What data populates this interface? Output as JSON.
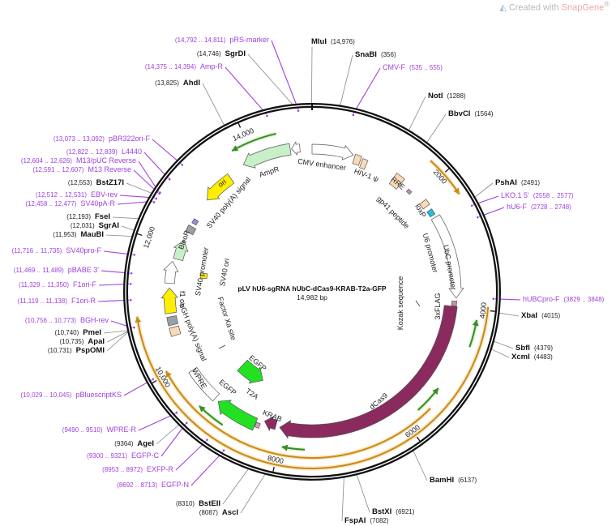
{
  "credit": {
    "prefix": "Created with ",
    "brand": "SnapGene",
    "mark": "®",
    "icon": "snapgene-logo-icon"
  },
  "plasmid": {
    "name": "pLV hU6-sgRNA hUbC-dCas9-KRAB-T2a-GFP",
    "length_label": "14,982 bp",
    "length": 14982
  },
  "ticks": [
    {
      "bp": 2000,
      "label": "2000"
    },
    {
      "bp": 4000,
      "label": "4000"
    },
    {
      "bp": 6000,
      "label": "6000"
    },
    {
      "bp": 8000,
      "label": "8000"
    },
    {
      "bp": 10000,
      "label": "10,000"
    },
    {
      "bp": 12000,
      "label": "12,000"
    },
    {
      "bp": 14000,
      "label": "14,000"
    }
  ],
  "sites": [
    {
      "name": "MluI",
      "pos": "(14,976)",
      "bp": 14976,
      "type": "enzyme"
    },
    {
      "name": "SnaBI",
      "pos": "(356)",
      "bp": 356,
      "type": "enzyme"
    },
    {
      "name": "CMV-F",
      "pos": "(535 .. 555)",
      "bp": 545,
      "type": "primer"
    },
    {
      "name": "NotI",
      "pos": "(1288)",
      "bp": 1288,
      "type": "enzyme"
    },
    {
      "name": "BbvCI",
      "pos": "(1564)",
      "bp": 1564,
      "type": "enzyme"
    },
    {
      "name": "PshAI",
      "pos": "(2491)",
      "bp": 2491,
      "type": "enzyme"
    },
    {
      "name": "LKO.1 5'",
      "pos": "(2558 .. 2577)",
      "bp": 2567,
      "type": "primer"
    },
    {
      "name": "hU6-F",
      "pos": "(2728 .. 2748)",
      "bp": 2738,
      "type": "primer"
    },
    {
      "name": "hUBCpro-F",
      "pos": "(3829 .. 3848)",
      "bp": 3838,
      "type": "primer"
    },
    {
      "name": "XbaI",
      "pos": "(4015)",
      "bp": 4015,
      "type": "enzyme"
    },
    {
      "name": "SbfI",
      "pos": "(4379)",
      "bp": 4379,
      "type": "enzyme"
    },
    {
      "name": "XcmI",
      "pos": "(4483)",
      "bp": 4483,
      "type": "enzyme"
    },
    {
      "name": "BamHI",
      "pos": "(6137)",
      "bp": 6137,
      "type": "enzyme"
    },
    {
      "name": "BstXI",
      "pos": "(6921)",
      "bp": 6921,
      "type": "enzyme"
    },
    {
      "name": "FspAI",
      "pos": "(7082)",
      "bp": 7082,
      "type": "enzyme"
    },
    {
      "name": "AscI",
      "pos": "(8087)",
      "bp": 8087,
      "type": "enzyme"
    },
    {
      "name": "BstEII",
      "pos": "(8310)",
      "bp": 8310,
      "type": "enzyme"
    },
    {
      "name": "EGFP-N",
      "pos": "(8692 .. 8713)",
      "bp": 8702,
      "type": "primer"
    },
    {
      "name": "EXFP-R",
      "pos": "(8953 .. 8972)",
      "bp": 8962,
      "type": "primer"
    },
    {
      "name": "EGFP-C",
      "pos": "(9300 .. 9321)",
      "bp": 9310,
      "type": "primer"
    },
    {
      "name": "AgeI",
      "pos": "(9364)",
      "bp": 9364,
      "type": "enzyme"
    },
    {
      "name": "WPRE-R",
      "pos": "(9490 .. 9510)",
      "bp": 9500,
      "type": "primer"
    },
    {
      "name": "pBluescriptKS",
      "pos": "(10,029 .. 10,045)",
      "bp": 10037,
      "type": "primer"
    },
    {
      "name": "PspOMI",
      "pos": "(10,731)",
      "bp": 10731,
      "type": "enzyme"
    },
    {
      "name": "ApaI",
      "pos": "(10,735)",
      "bp": 10735,
      "type": "enzyme"
    },
    {
      "name": "PmeI",
      "pos": "(10,740)",
      "bp": 10740,
      "type": "enzyme"
    },
    {
      "name": "BGH-rev",
      "pos": "(10,756 .. 10,773)",
      "bp": 10764,
      "type": "primer"
    },
    {
      "name": "F1ori-R",
      "pos": "(11,119 .. 11,138)",
      "bp": 11128,
      "type": "primer"
    },
    {
      "name": "F1ori-F",
      "pos": "(11,329 .. 11,350)",
      "bp": 11340,
      "type": "primer"
    },
    {
      "name": "pBABE 3'",
      "pos": "(11,469 .. 11,489)",
      "bp": 11479,
      "type": "primer"
    },
    {
      "name": "SV40pro-F",
      "pos": "(11,716 .. 11,735)",
      "bp": 11725,
      "type": "primer"
    },
    {
      "name": "MauBI",
      "pos": "(11,953)",
      "bp": 11953,
      "type": "enzyme"
    },
    {
      "name": "SgrAI",
      "pos": "(12,031)",
      "bp": 12031,
      "type": "enzyme"
    },
    {
      "name": "FseI",
      "pos": "(12,193)",
      "bp": 12193,
      "type": "enzyme"
    },
    {
      "name": "SV40pA-R",
      "pos": "(12,458 .. 12,477)",
      "bp": 12467,
      "type": "primer"
    },
    {
      "name": "EBV-rev",
      "pos": "(12,512 .. 12,531)",
      "bp": 12521,
      "type": "primer"
    },
    {
      "name": "BstZ17I",
      "pos": "(12,553)",
      "bp": 12553,
      "type": "enzyme"
    },
    {
      "name": "M13 Reverse",
      "pos": "(12,591 .. 12,607)",
      "bp": 12599,
      "type": "primer"
    },
    {
      "name": "M13/pUC Reverse",
      "pos": "(12,604 .. 12,626)",
      "bp": 12615,
      "type": "primer"
    },
    {
      "name": "L4440",
      "pos": "(12,822 .. 12,839)",
      "bp": 12830,
      "type": "primer"
    },
    {
      "name": "pBR322ori-F",
      "pos": "(13,073 .. 13,092)",
      "bp": 13082,
      "type": "primer"
    },
    {
      "name": "AhdI",
      "pos": "(13,825)",
      "bp": 13825,
      "type": "enzyme"
    },
    {
      "name": "Amp-R",
      "pos": "(14,375 .. 14,394)",
      "bp": 14384,
      "type": "primer"
    },
    {
      "name": "SgrDI",
      "pos": "(14,746)",
      "bp": 14746,
      "type": "enzyme"
    },
    {
      "name": "pRS-marker",
      "pos": "(14,792 .. 14,811)",
      "bp": 14801,
      "type": "primer"
    }
  ],
  "features": {
    "cmv_enhancer": "CMV enhancer",
    "hiv_psi": "HIV-1 ψ",
    "rre": "RRE",
    "gp41": "gp41 peptide",
    "loxp": "loxP",
    "u6": "U6 promoter",
    "ubc": "UbC promoter",
    "kozak": "Kozak sequence",
    "flag": "3xFLAG",
    "dcas9": "dCas9",
    "krab": "KRAB",
    "t2a": "T2A",
    "egfp": "EGFP",
    "egfp2": "EGFP",
    "wpre": "WPRE",
    "factor_xa": "Factor Xa site",
    "bgh": "bGH poly(A) signal",
    "f1ori": "f1 ori",
    "sv40_promoter": "SV40 promoter",
    "sv40_ori": "SV40 ori",
    "bleor": "BleoR",
    "sv40_polya": "SV40 poly(A) signal",
    "ori": "ori",
    "ampr": "AmpR"
  },
  "colors": {
    "primer": "#a040e0",
    "enzyme_line": "#888888",
    "dcas9": "#8b2a5e",
    "egfp": "#22e022",
    "ampr": "#c8f0c8",
    "ori": "#ffee00",
    "promoter": "#ffffff",
    "peach": "#fcd9b5",
    "gray": "#9aa0a6",
    "orange": "#c8891e",
    "green_arrow": "#3a8a2a"
  }
}
